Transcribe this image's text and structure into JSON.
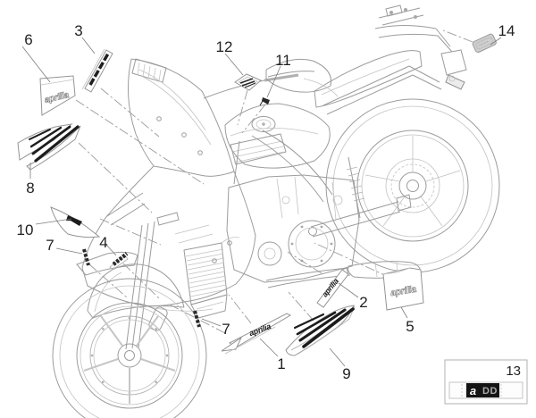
{
  "diagram": {
    "colors": {
      "line_gray": "#a0a0a0",
      "callout_ink": "#1f1f1f",
      "decal_dark": "#1c1c1c"
    }
  },
  "callouts": {
    "c1": "1",
    "c2": "2",
    "c3": "3",
    "c4": "4",
    "c5": "5",
    "c6": "6",
    "c7a": "7",
    "c7b": "7",
    "c8": "8",
    "c9": "9",
    "c10": "10",
    "c11": "11",
    "c12": "12",
    "c14": "14"
  },
  "decal_text": {
    "front_plate": "aprilia",
    "rear_plate": "aprilia",
    "lower_fairing": "aprilia",
    "mid_strip": "aprilia"
  },
  "plate13": {
    "number": "13",
    "logo_a": "a",
    "logo_dd": "DD"
  }
}
